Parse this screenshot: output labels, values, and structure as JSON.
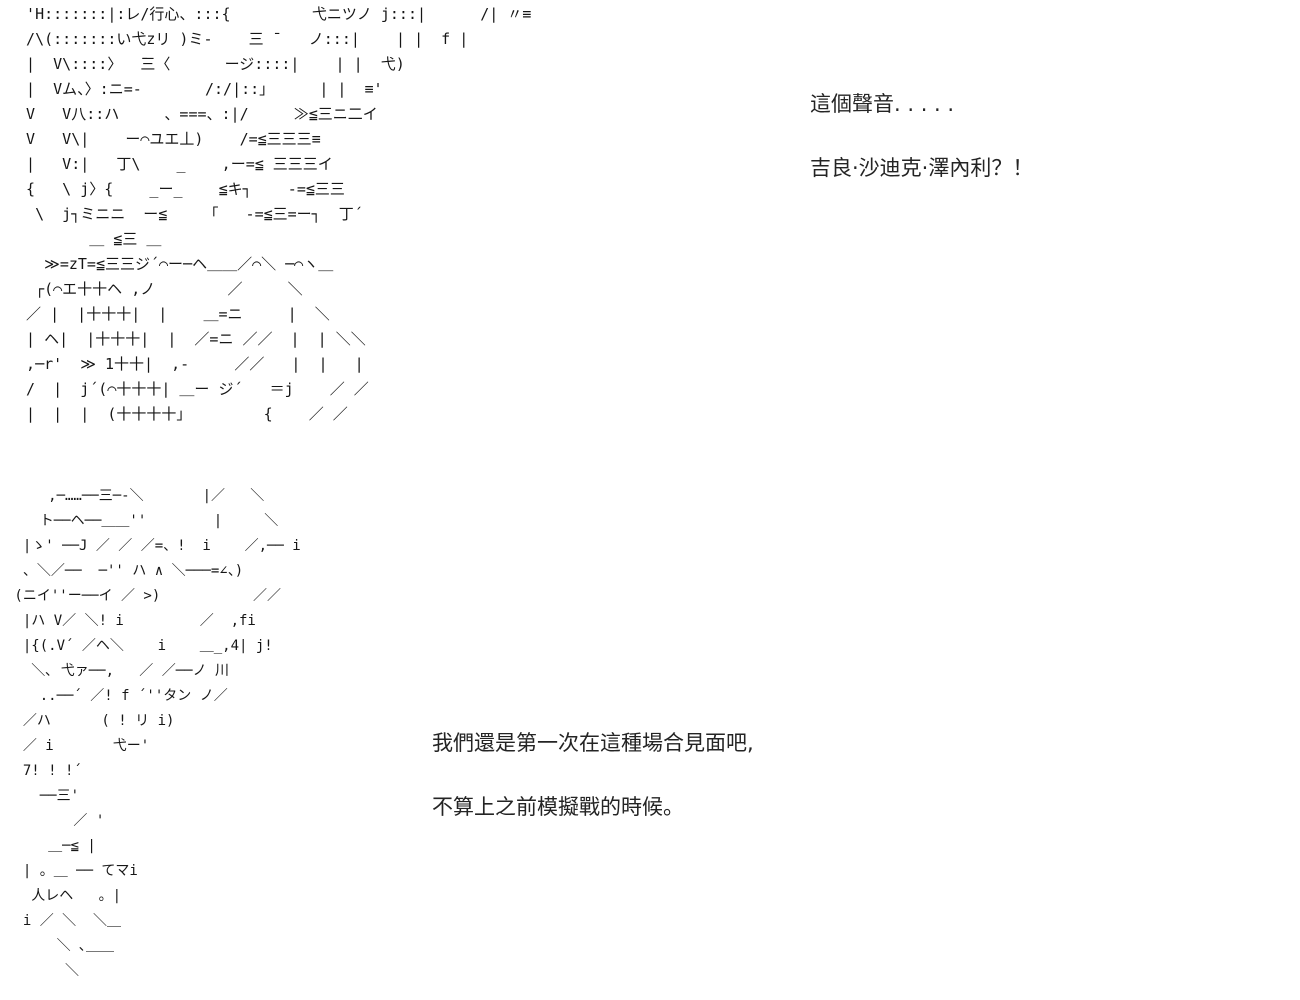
{
  "page": {
    "background": "#ffffff",
    "text_color": "#161616",
    "dialogue_color": "#242424"
  },
  "aa_top": {
    "description": "ascii-art-character-mecha-top-left",
    "lines": [
      "  'H:::::::|:レ/行心、:::{         弋ニツノ j:::|      /| 〃≡",
      "  /\\(:::::::い弋zリ )ミ‐    三 ̄    ノ:::|    | |  f |",
      "  |  V\\::::〉  ̄三〈      ージ::::|    | |  弋)",
      "  |  Vム、〉:ニ=‐       /:/|::」     | |  ≡'",
      "  V   V八::ハ     、===、:|/     ≫≦三ニ二イ",
      "  V   V\\|    ー⌒ユエ丄)    /=≦三三三≡",
      "  |   V:|   丁\\    _    ,ー=≦ 三三三イ",
      "  {   \\ j〉{    _ー_    ≦キ┐    ‐=≦三三",
      "   \\  j┐ミニニ  ー≦    「   ‐=≦三=ー┐  丁´",
      "         ＿ ≦三 ＿",
      "    ≫=zT=≦三三ジ´⌒ー─ヘ＿＿／⌒＼ ─⌒ヽ＿",
      "   ┌(⌒エ十十ヘ ,ノ        ／     ＼",
      "  ／ |  |十十十|  |    ＿=ニ     |  ＼",
      "  | ヘ|  |十十十|  |  ／=ニ ／／  |  | ＼＼",
      "  ,─r'  ≫ 1十十|  ,‐     ／／   |  |   |",
      "  /  |  j´(⌒十十十| ＿ー ジ´   ＝j    ／ ／",
      "  |  |  |  (十十十十」        {    ／ ／"
    ]
  },
  "aa_bottom": {
    "description": "ascii-art-character-person-bottom-left",
    "lines": [
      "     ,─……──三─-＼       |／   ＼",
      "    ト──ヘ──＿＿''        |     ＼",
      "  |ゝ' ──J ／ ／ ／=、!  i    ／,── i",
      "  、＼／──  ─'' ハ ∧ ＼───=∠、)",
      " (ニイ''ー──イ ／ >)           ／／",
      "  |ハ V／ ＼! i         ／  ,fi",
      "  |{(.V´ ／ヘ＼    i    ＿_,4| j!",
      "   ＼､ 弋ァ──,   ／ ／──ノ 川",
      "    ..──´ ／! f ´''タン ノ／",
      "  ／ハ      ( ! リ i)",
      "  ／ i       弋ー'",
      "  7! ! !´",
      "    ──三'",
      "        ／ '",
      "     ＿─≦ |",
      "  | 。＿ ── てマi",
      "   人レヘ   。|",
      "  i ／ ＼  ＼＿",
      "      ＼ ､＿＿",
      "       ＼"
    ]
  },
  "dialogue_top": {
    "line1": "這個聲音. . . . .",
    "line2": "吉良·沙迪克·澤內利？！"
  },
  "dialogue_bottom": {
    "line1": "我們還是第一次在這種場合見面吧,",
    "line2": "不算上之前模擬戰的時候。"
  }
}
